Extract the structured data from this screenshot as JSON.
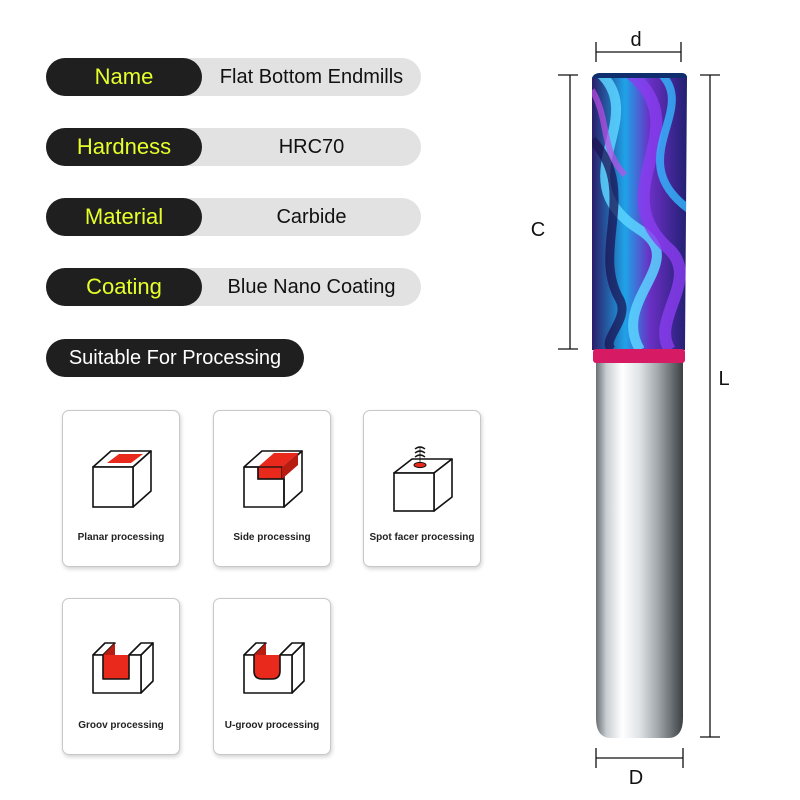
{
  "specs": [
    {
      "label": "Name",
      "value": "Flat Bottom Endmills"
    },
    {
      "label": "Hardness",
      "value": "HRC70"
    },
    {
      "label": "Material",
      "value": "Carbide"
    },
    {
      "label": "Coating",
      "value": "Blue Nano Coating"
    }
  ],
  "suitable_label": "Suitable For Processing",
  "processing": [
    {
      "caption": "Planar processing",
      "icon": "planar-processing-icon"
    },
    {
      "caption": "Side processing",
      "icon": "side-processing-icon"
    },
    {
      "caption": "Spot facer processing",
      "icon": "spot-facer-processing-icon"
    },
    {
      "caption": "Groov processing",
      "icon": "groove-processing-icon"
    },
    {
      "caption": "U-groov processing",
      "icon": "u-groove-processing-icon"
    }
  ],
  "dimensions": {
    "d": "d",
    "C": "C",
    "L": "L",
    "D": "D"
  },
  "colors": {
    "label_bg": "#1f1f1f",
    "label_text": "#e6ff2b",
    "value_bg": "#e2e2e2",
    "icon_red": "#e8291b",
    "flute_blue": "#1fa3e8",
    "flute_purple": "#6a2fc4",
    "ring": "#d61a63"
  }
}
